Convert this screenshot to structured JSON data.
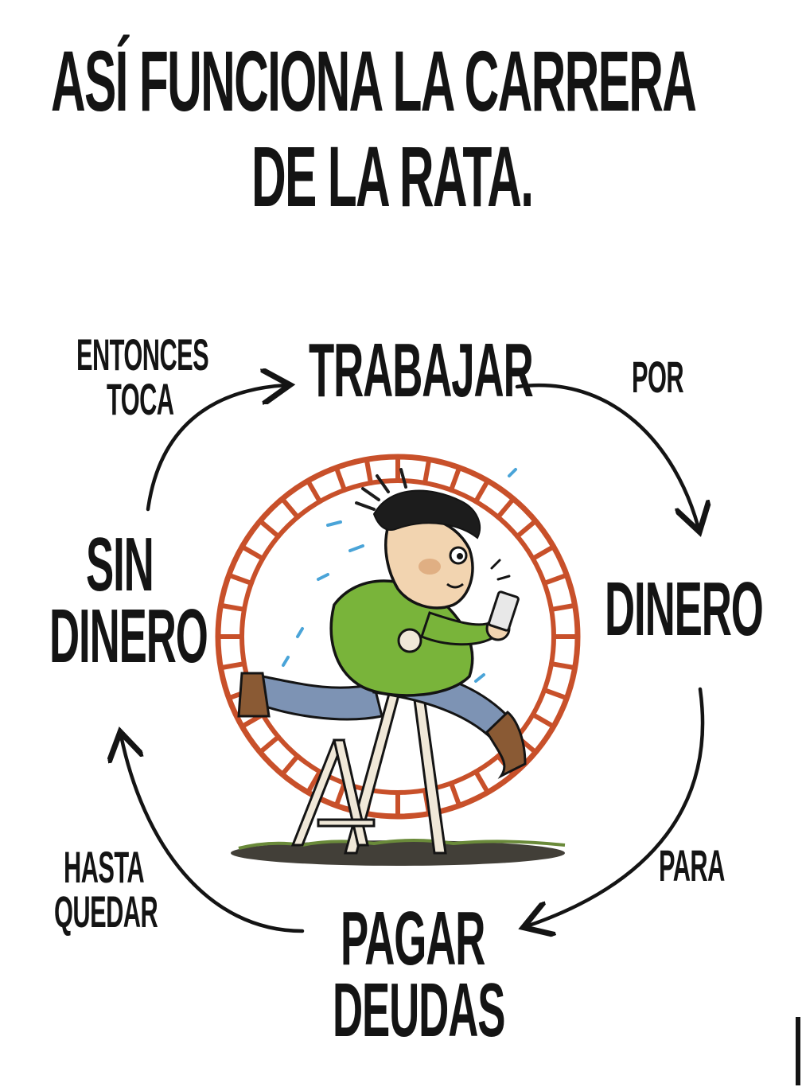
{
  "title": {
    "line1": "ASÍ FUNCIONA LA CARRERA",
    "line2": "DE LA RATA."
  },
  "cycle": {
    "nodes": {
      "trabajar": "TRABAJAR",
      "dinero": "DINERO",
      "pagar_deudas_line1": "PAGAR",
      "pagar_deudas_line2": "DEUDAS",
      "sin_dinero_line1": "SIN",
      "sin_dinero_line2": "DINERO"
    },
    "connectors": {
      "por": "POR",
      "para": "PARA",
      "hasta_quedar_line1": "HASTA",
      "hasta_quedar_line2": "QUEDAR",
      "entonces_toca_line1": "ENTONCES",
      "entonces_toca_line2": "TOCA"
    }
  },
  "colors": {
    "ink": "#141414",
    "wheel": "#c8502a",
    "shirt": "#79b43a",
    "pants": "#7d93b4",
    "skin": "#f2d4b0",
    "hair": "#1c1c1c",
    "stand": "#f0e8d8",
    "ground": "#2e2a22",
    "sweat": "#4aa4d8"
  },
  "illustration": {
    "subject": "man-running-in-hamster-wheel-icon"
  }
}
